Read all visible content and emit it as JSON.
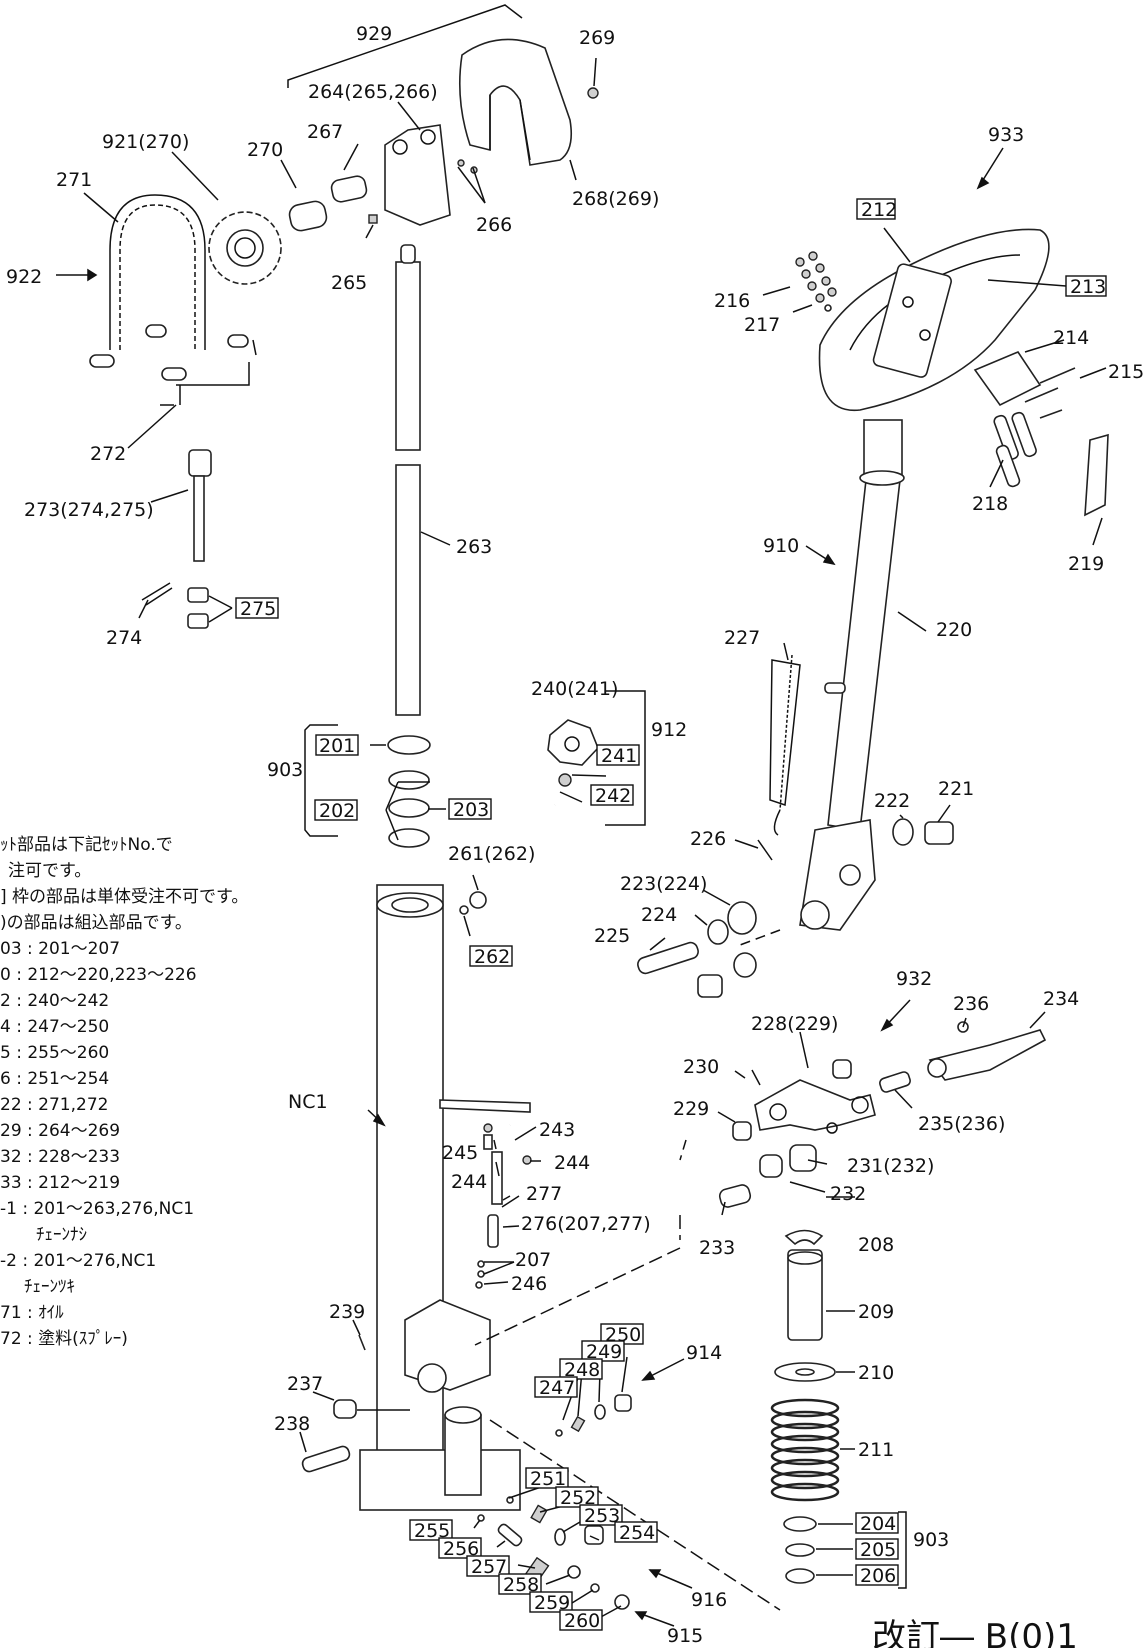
{
  "labels": {
    "l929": "929",
    "l269": "269",
    "l264": "264(265,266)",
    "l267": "267",
    "l921": "921(270)",
    "l270": "270",
    "l271": "271",
    "l922": "922",
    "l268": "268(269)",
    "l266": "266",
    "l265": "265",
    "l933": "933",
    "l212": "212",
    "l213": "213",
    "l216": "216",
    "l217": "217",
    "l214": "214",
    "l215": "215",
    "l218": "218",
    "l219": "219",
    "l272": "272",
    "l273": "273(274,275)",
    "l275": "275",
    "l274": "274",
    "l263": "263",
    "l910": "910",
    "l220": "220",
    "l227": "227",
    "l240": "240(241)",
    "l912": "912",
    "l241": "241",
    "l242": "242",
    "l903a": "903",
    "l201": "201",
    "l202": "202",
    "l203": "203",
    "l261": "261(262)",
    "l262": "262",
    "l226": "226",
    "l222": "222",
    "l221": "221",
    "l223": "223(224)",
    "l224": "224",
    "l225": "225",
    "l932": "932",
    "l236": "236",
    "l234": "234",
    "l228": "228(229)",
    "l230": "230",
    "l229": "229",
    "l235": "235(236)",
    "l231": "231(232)",
    "l232": "232",
    "l233": "233",
    "lNC1": "NC1",
    "l243": "243",
    "l245": "245",
    "l244a": "244",
    "l244b": "244",
    "l277": "277",
    "l276": "276(207,277)",
    "l207": "207",
    "l246": "246",
    "l208": "208",
    "l209": "209",
    "l210": "210",
    "l211": "211",
    "l239": "239",
    "l237": "237",
    "l238": "238",
    "l250": "250",
    "l249": "249",
    "l248": "248",
    "l247": "247",
    "l914": "914",
    "l251": "251",
    "l252": "252",
    "l253": "253",
    "l254": "254",
    "l255": "255",
    "l256": "256",
    "l257": "257",
    "l258": "258",
    "l259": "259",
    "l260": "260",
    "l916": "916",
    "l915": "915",
    "l204": "204",
    "l205": "205",
    "l206": "206",
    "l903b": "903"
  },
  "notes": [
    "ｯﾄ部品は下記ｾｯﾄNo.で",
    "注可です。",
    "] 枠の部品は単体受注不可です。",
    ")の部品は組込部品です。",
    "03 : 201〜207",
    "0 : 212〜220,223〜226",
    "2 : 240〜242",
    "4 : 247〜250",
    "5 : 255〜260",
    "6 : 251〜254",
    "22 : 271,272",
    "29 : 264〜269",
    "32 : 228〜233",
    "33 : 212〜219",
    "-1 : 201〜263,276,NC1",
    "ﾁｪｰﾝﾅｼ",
    "-2 : 201〜276,NC1",
    "ﾁｪｰﾝﾂｷ",
    "71 : ｵｲﾙ",
    "72 : 塗料(ｽﾌﾟﾚｰ)"
  ],
  "revision": "改訂― B(0)1"
}
